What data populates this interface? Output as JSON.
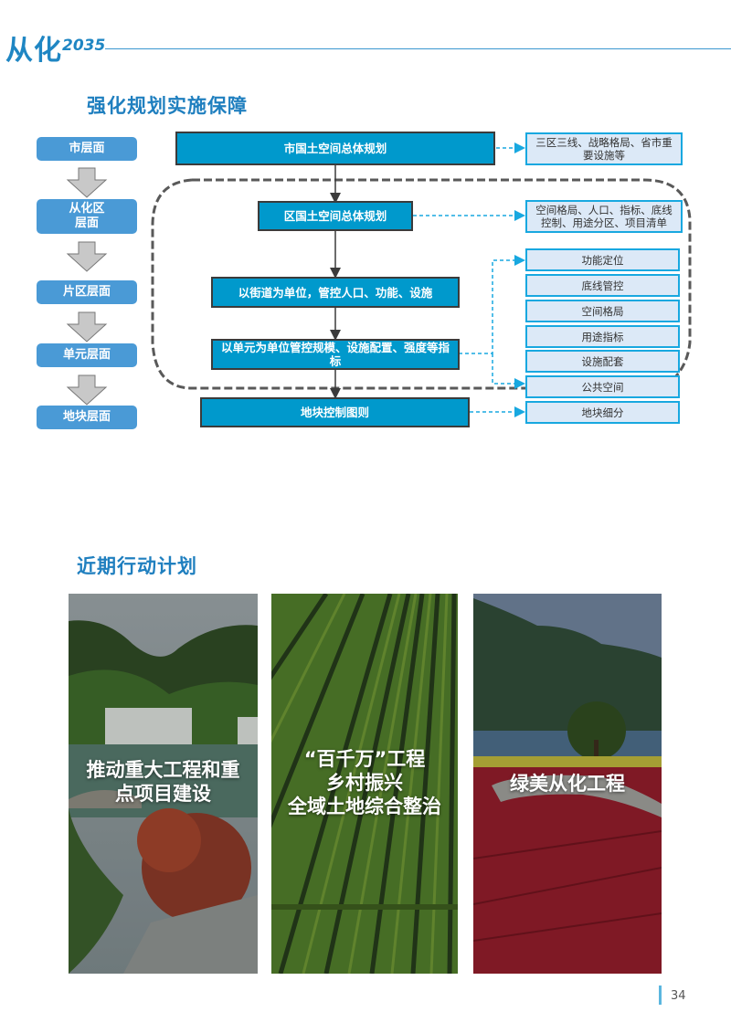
{
  "header": {
    "brand": "从化",
    "year": "2035",
    "accent_color": "#1f86c3"
  },
  "section1": {
    "title": "强化规划实施保障",
    "levels": [
      {
        "label": "市层面"
      },
      {
        "label": "从化区\n层面"
      },
      {
        "label": "片区层面"
      },
      {
        "label": "单元层面"
      },
      {
        "label": "地块层面"
      }
    ],
    "flow": [
      {
        "label": "市国土空间总体规划"
      },
      {
        "label": "区国土空间总体规划"
      },
      {
        "label": "以街道为单位，管控人口、功能、设施"
      },
      {
        "label": "以单元为单位管控规模、设施配置、强度等指标"
      },
      {
        "label": "地块控制图则"
      }
    ],
    "info": [
      {
        "label": "三区三线、战略格局、省市重要设施等"
      },
      {
        "label": "空间格局、人口、指标、底线控制、用途分区、项目清单"
      },
      {
        "label": "功能定位"
      },
      {
        "label": "底线管控"
      },
      {
        "label": "空间格局"
      },
      {
        "label": "用途指标"
      },
      {
        "label": "设施配套"
      },
      {
        "label": "公共空间"
      },
      {
        "label": "地块细分"
      }
    ],
    "colors": {
      "level_box": "#4a9ad6",
      "flow_box": "#0099cc",
      "info_box_fill": "#dce9f7",
      "info_box_border": "#18a8e0",
      "dashed_boundary": "#595959",
      "connector": "#18a8e0"
    }
  },
  "section2": {
    "title": "近期行动计划",
    "cards": [
      {
        "caption_lines": [
          "推动重大工程和重",
          "点项目建设"
        ],
        "image": "mountain-lake-bridge-photo"
      },
      {
        "caption_lines": [
          "“百千万”工程",
          "乡村振兴",
          "全域土地综合整治"
        ],
        "image": "farmland-rows-photo"
      },
      {
        "caption_lines": [
          "绿美从化工程"
        ],
        "image": "red-flower-field-photo"
      }
    ]
  },
  "footer": {
    "page_number": "34"
  }
}
